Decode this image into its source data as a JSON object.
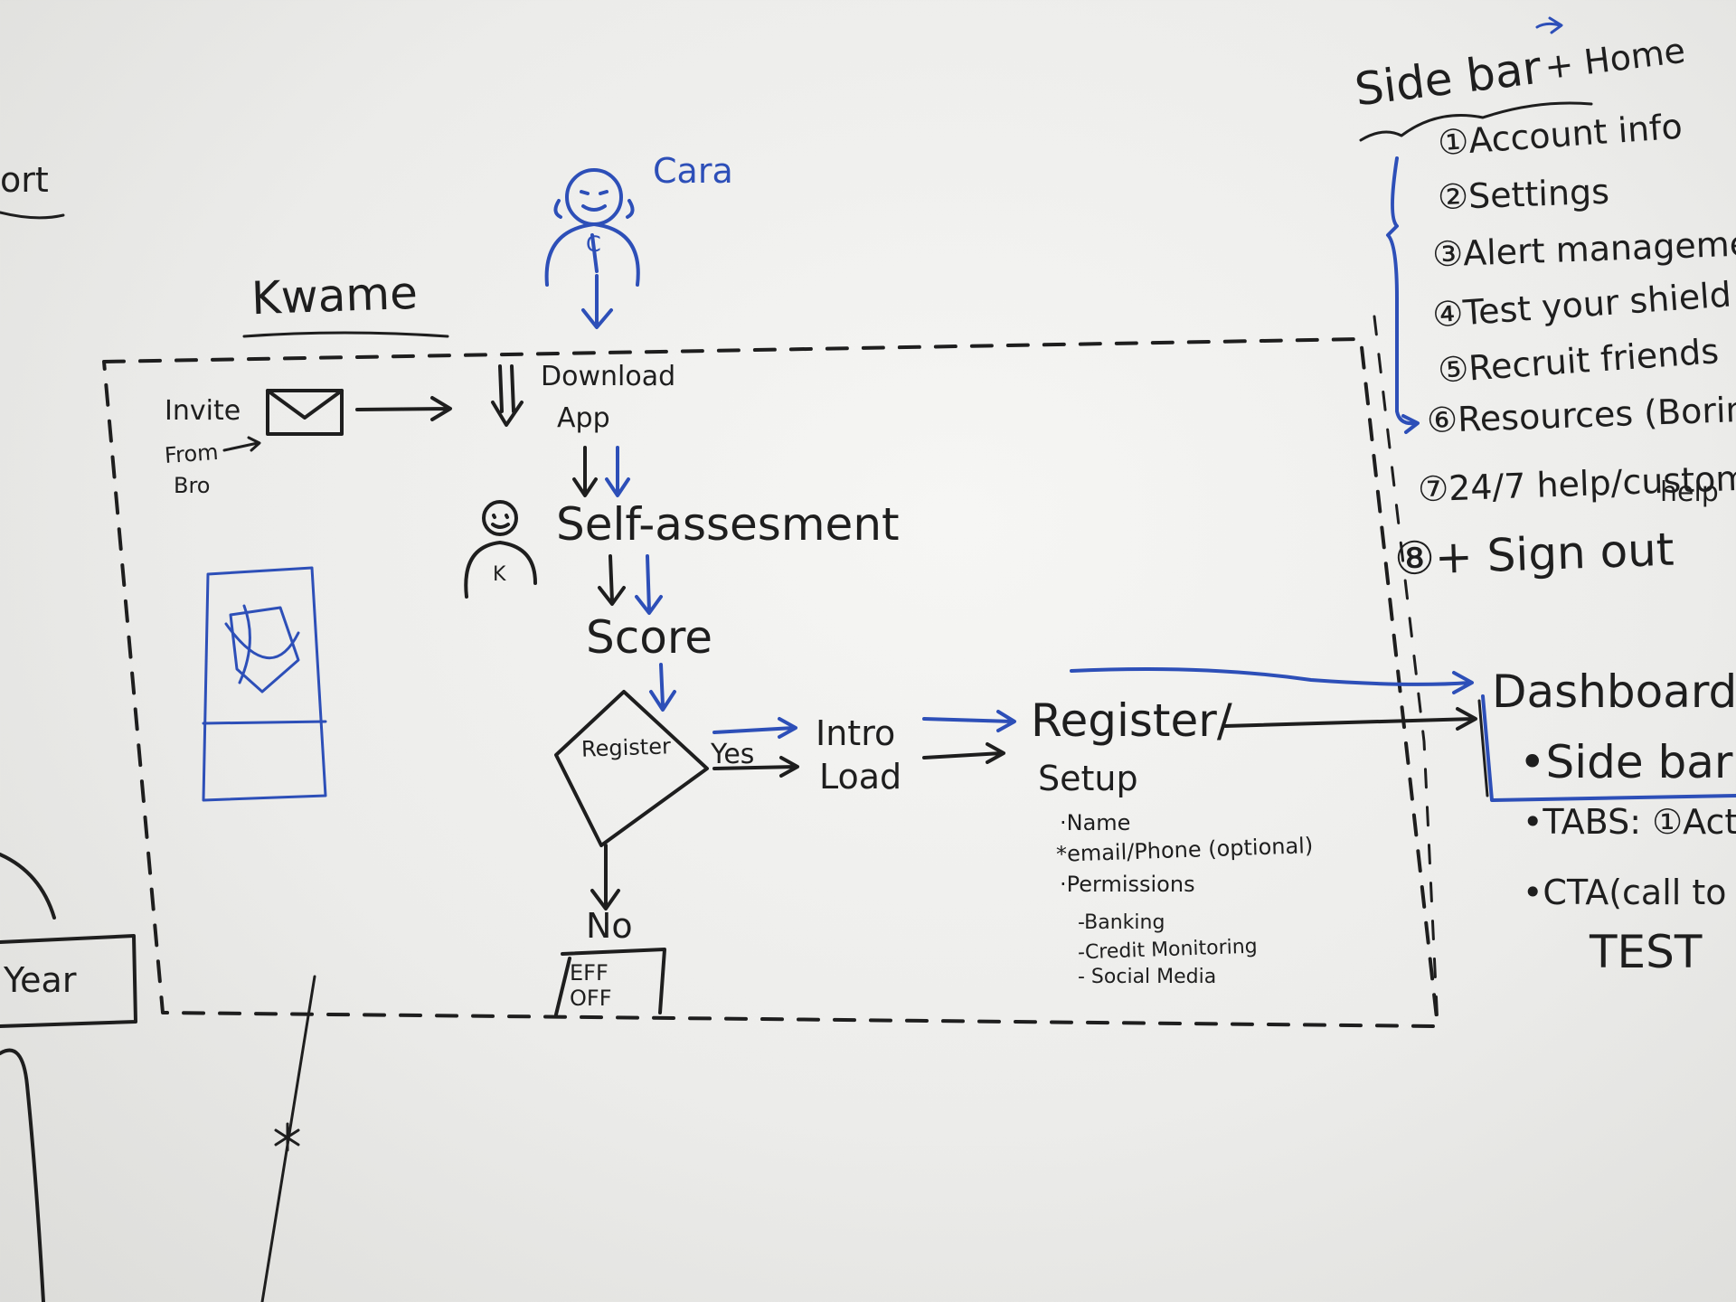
{
  "colors": {
    "ink": "#1e1e1e",
    "blue": "#2d4fb8",
    "board": "#efefed"
  },
  "labels": {
    "edge_left_top": "ort",
    "edge_left_bottom": "Year",
    "kwame": "Kwame",
    "cara": "Cara",
    "cara_badge": "C",
    "kwame_badge": "K",
    "invite": "Invite",
    "invite_from": "From",
    "invite_bro": "Bro",
    "download": "Download",
    "download_app": "App",
    "self_assessment": "Self-assesment",
    "score": "Score",
    "register_decision": "Register",
    "yes": "Yes",
    "no": "No",
    "eff_1": "EFF",
    "eff_2": "OFF",
    "intro": "Intro",
    "load": "Load",
    "register_setup_1": "Register/",
    "register_setup_2": "Setup",
    "setup_name": "·Name",
    "setup_email": "*email/Phone (optional)",
    "setup_permissions": "·Permissions",
    "perm_banking": "-Banking",
    "perm_credit": "-Credit Monitoring",
    "perm_social": "- Social Media",
    "dashboard": "Dashboard",
    "dash_sidebar": "•Side bar(",
    "dash_tabs": "•TABS: ①Acti",
    "dash_cta": "•CTA(call to",
    "dash_test": "TEST",
    "sidebar_title": "Side bar",
    "sidebar_home": "+ Home",
    "sidebar_items": [
      "①Account info",
      "②Settings",
      "③Alert managemen",
      "④Test your shield",
      "⑤Recruit friends",
      "⑥Resources (Borin",
      "⑦24/7 help/custom",
      "help",
      "⑧+ Sign out"
    ]
  }
}
